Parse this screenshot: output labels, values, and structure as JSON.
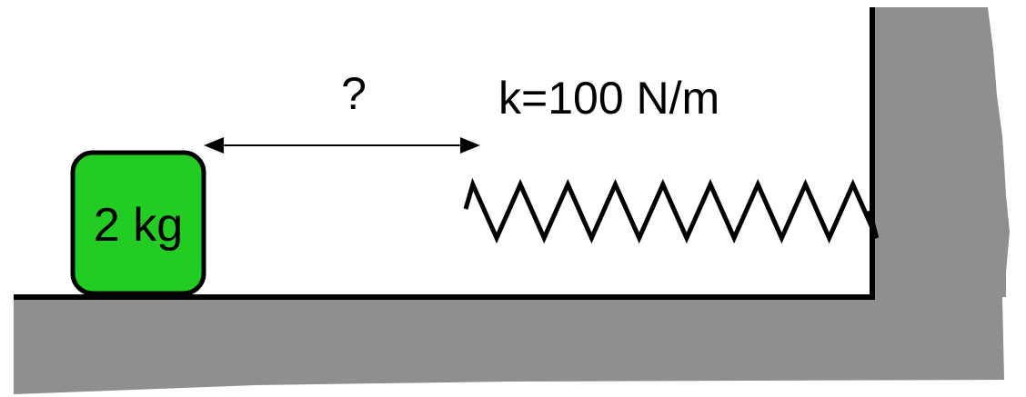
{
  "block": {
    "mass_label": "2 kg",
    "fill_color": "#22cc22"
  },
  "distance": {
    "label": "?"
  },
  "spring": {
    "constant_label": "k=100 N/m",
    "coil_count": 9
  },
  "colors": {
    "ground": "#8f8f8f",
    "outline": "#000000"
  }
}
